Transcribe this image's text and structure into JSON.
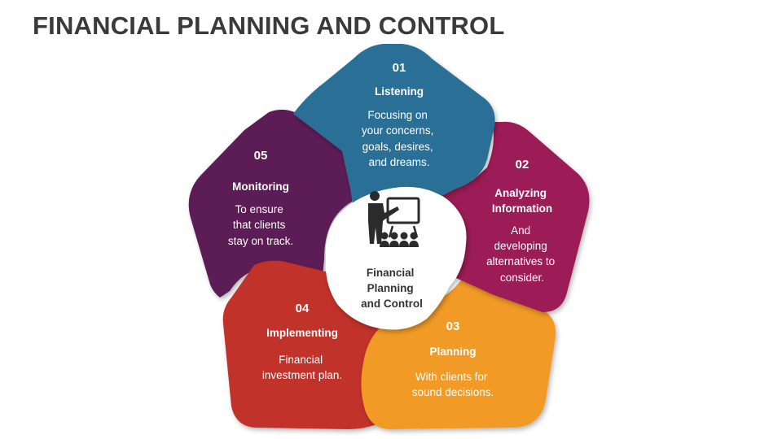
{
  "title": "FINANCIAL PLANNING AND CONTROL",
  "center": {
    "label_lines": [
      "Financial",
      "Planning",
      "and Control"
    ],
    "icon": "presenter-with-board-and-audience-icon"
  },
  "segments": [
    {
      "number": "01",
      "title_lines": [
        "Listening"
      ],
      "desc_lines": [
        "Focusing on",
        "your concerns,",
        "goals, desires,",
        "and dreams."
      ],
      "color": "#2a7096"
    },
    {
      "number": "02",
      "title_lines": [
        "Analyzing",
        "Information"
      ],
      "desc_lines": [
        "And",
        "developing",
        "alternatives to",
        "consider."
      ],
      "color": "#9b1a56"
    },
    {
      "number": "03",
      "title_lines": [
        "Planning"
      ],
      "desc_lines": [
        "With clients for",
        "sound decisions."
      ],
      "color": "#f19a26"
    },
    {
      "number": "04",
      "title_lines": [
        "Implementing"
      ],
      "desc_lines": [
        "Financial",
        "investment plan."
      ],
      "color": "#c0312c"
    },
    {
      "number": "05",
      "title_lines": [
        "Monitoring"
      ],
      "desc_lines": [
        "To ensure",
        "that clients",
        "stay on track."
      ],
      "color": "#5c1a55"
    }
  ]
}
